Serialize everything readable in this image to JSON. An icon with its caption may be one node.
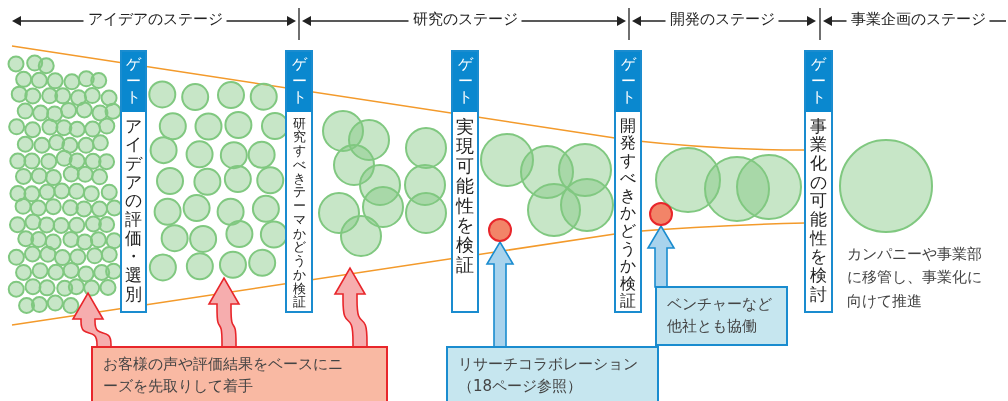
{
  "diagram": {
    "nodes": [
      {
        "text": [
          "ゲート",
          "アイデアの評価・選別"
        ]
      },
      {
        "text": [
          "ゲート",
          "研究すべきテーマかどうか検証"
        ]
      },
      {
        "text": [
          "ゲート",
          "実現可能性を検証"
        ]
      },
      {
        "text": [
          "ゲート",
          "開発すべきかどうか検証"
        ]
      },
      {
        "text": [
          "ゲート",
          "事業化の可能性を検討"
        ]
      },
      {
        "text": [],
        "shape": "circle"
      },
      {
        "text": [],
        "shape": "circle"
      },
      {
        "text": [
          "ベンチャーなど他社とも協働"
        ]
      },
      {
        "text": [
          "お客様の声や評価結果をベースにニーズを先取りして着手"
        ]
      },
      {
        "text": [
          "リサーチコラボレーション（18ページ参照）"
        ]
      }
    ],
    "edges": [
      {
        "from": 8,
        "to": null,
        "arrow": "to"
      },
      {
        "from": 8,
        "to": null,
        "arrow": "to"
      },
      {
        "from": 8,
        "to": null,
        "arrow": "to"
      },
      {
        "from": 9,
        "to": 5,
        "arrow": "to",
        "color": "#1a8ccf"
      },
      {
        "from": 7,
        "to": 6,
        "arrow": "to",
        "color": "#1a8ccf"
      }
    ],
    "labels": [
      "アイデアのステージ",
      "研究のステージ",
      "開発のステージ",
      "事業企画のステージ",
      "カンパニーや事業部に移管し、事業化に向けて推進"
    ]
  }
}
